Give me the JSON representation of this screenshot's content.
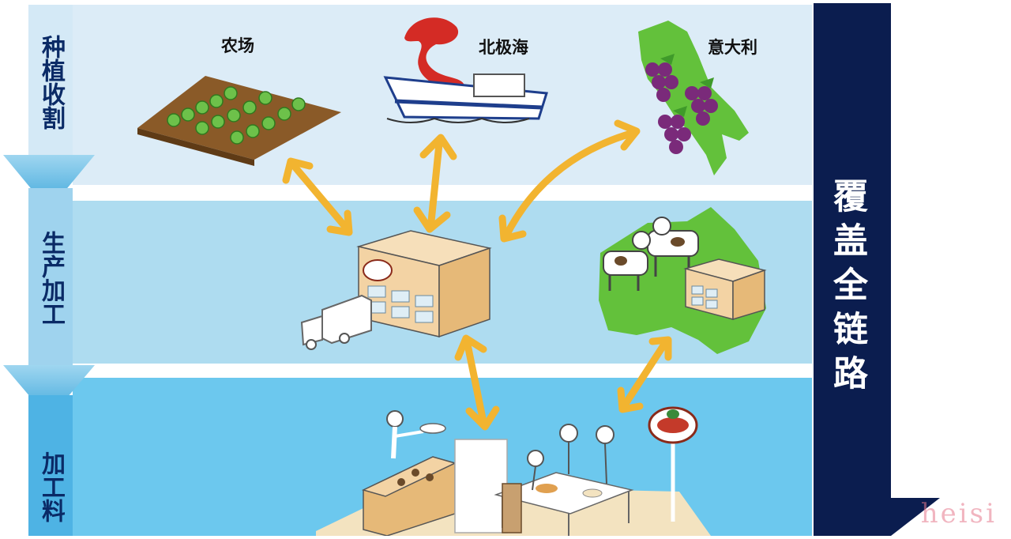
{
  "stages": [
    {
      "label": "种植收割"
    },
    {
      "label": "生产加工"
    },
    {
      "label": "加工料"
    }
  ],
  "places": {
    "farm": "农场",
    "arctic": "北极海",
    "italy": "意大利"
  },
  "side_banner": "覆盖全链路",
  "watermark": "heisi",
  "colors": {
    "band_top": "#dcecf7",
    "band_mid": "#aedcf0",
    "band_bottom": "#6cc8ee",
    "side_bar": "#0b1d4f",
    "arrow_gold": "#f2b430",
    "land_green": "#63c13b"
  }
}
